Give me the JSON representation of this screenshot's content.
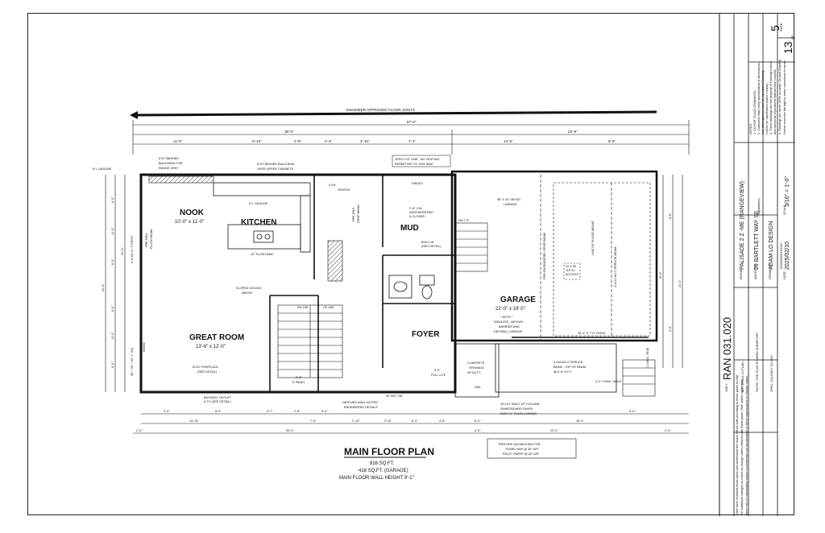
{
  "plan": {
    "top_note": "ENGINEER APPROVED FLOOR JOISTS",
    "overall_top": "57'-0\"",
    "dims_top_left": [
      "35'-0\"",
      "22'-9\""
    ],
    "dims_top_segments": [
      "11'-0\"",
      "5'-10\"",
      "2'-8\"",
      "4'-4\"",
      "3'-10\"",
      "7'-4\"",
      "13'-6\"",
      "8'-6\""
    ],
    "dims_left": [
      "6'-0\"",
      "12'-0\"",
      "6'-0\"",
      "6'-0\"",
      "12'-0\"",
      "6'-0\"",
      "24'-0\"",
      "24'-0\""
    ],
    "dims_right": [
      "8'-6\"",
      "19'-0\"",
      "24'-0\"",
      "9'-6\""
    ],
    "dims_bottom_row1": [
      "3'-3\"",
      "8'-0\"",
      "3'-7\"",
      "1'-8\"",
      "5'-4\"",
      "6'-0\"",
      "6'-0\""
    ],
    "dims_bottom_row2": [
      "14'-10\"",
      "7'-0\"",
      "2'-10\"",
      "3'-11\"",
      "8'-4\"",
      "4'-5\"",
      "6'-6\"",
      "16'-0\""
    ],
    "dims_bottom_row3": [
      "2'-0\"",
      "33'-0\"",
      "22'-0\"",
      "2'-0\""
    ],
    "rooms": {
      "nook": {
        "name": "NOOK",
        "size": "10'-0\" x 11'-0\""
      },
      "kitchen": {
        "name": "KITCHEN"
      },
      "mud": {
        "name": "MUD"
      },
      "garage": {
        "name": "GARAGE",
        "size": "22'-0\" x 19'-0\""
      },
      "great_room": {
        "name": "GREAT ROOM",
        "size": "13'-6\" x 12'-0\""
      },
      "foyer": {
        "name": "FOYER"
      }
    },
    "notes": {
      "ri_gasline_left": "R.I. GASLINE",
      "ri_gasline_kitchen": "R.I. GASLINE",
      "bulkhead_range": [
        "8\"D FINISHED",
        "BULKHEAD FOR",
        "RANGE VENT"
      ],
      "bulkhead_cabinets": [
        "8\"D FINISHED BULKHEAD",
        "OVER UPPER CABINETS"
      ],
      "zero_lot": [
        "ZERO LOT LINE - NO VENTING",
        "PERMITTED TO THIS SIDE"
      ],
      "single": "SINGLE",
      "shelves": "4 SH.",
      "vented": "VENTED",
      "flush_bar": "12\" FLUSH BAR",
      "weatherstrip": [
        "2'-8\" C/W",
        "WEATHERSTRIP",
        "& CLOSER"
      ],
      "built_in": [
        "BUILT-IN",
        "(SEE DETAIL)"
      ],
      "wood_landing": [
        "36\" X 42\" WOOD",
        "LANDING"
      ],
      "on_tr": "ON T R",
      "insulate_note": [
        "* NOTE *",
        "INSULATE, VAPOUR",
        "BARRIER AND",
        "DRYWALL GARAGE"
      ],
      "drop_beam": "PRE-ENGINEERED DROP BEAM",
      "line_floor_above": "LINE OF FLOOR ABOVE",
      "spruce_beam": "3-2x12 NO.2 SPRUCE BEAM",
      "attic_access": [
        "22 X 30",
        "ATTIC",
        "ACCESS"
      ],
      "ohgd": "16'-0\" X 7'-0\" OHGD",
      "sloped_ceiling": [
        "SLOPED CEILING",
        "ABOVE"
      ],
      "on_up": [
        "DN 15R",
        "UP 16R"
      ],
      "fireplace": [
        "ELEC FIREPLACE",
        "(SEE DETAIL)"
      ],
      "elec_panel": [
        "2'-8\"",
        "E PANEL"
      ],
      "full_lite": [
        "3'-0\"",
        "FULL LITE"
      ],
      "veranda": [
        "CONCRETE",
        "VERANDA",
        "30 SQ.FT."
      ],
      "rail": "RAIL",
      "spruce_beam_top": [
        "3-2x8 NO.2 SPRUCE",
        "BEAM - TOP OF BEAM",
        "@ 8'-8\" A.F.F."
      ],
      "conc_walk": "4'-0\" CONC. WALK",
      "conc_rise": "1 CONC. RISE",
      "vsl_bottom": "30\"x60\" VSL",
      "hatched_wall": [
        "HATCHED WALL AS PER",
        "ENGINEERED DETAILS"
      ],
      "backing_outlet": [
        "BACKING, OUTLET",
        "& TV (SEE DETAIL)"
      ],
      "column": [
        "10\"x10\" BUILT-UP COLUMN",
        "SMARTBOARD FINISH",
        "INSET 2\" FROM CORNER"
      ],
      "patio": "8'-0\"x6'-11\" F PATIO",
      "left_window": "30\" / 30\" / 30\" 1\" VSL",
      "wood": "WOOD",
      "flush_beam_nook": [
        "PRE-ENG.",
        "FLUSH BEAM"
      ],
      "drop_beam_mid": [
        "PRE-ENG.",
        "DROP BEAM"
      ]
    },
    "backing_box": [
      "PROVIDE 2x6 BACKING FOR:",
      "TOWEL BAR @ 48\" AFF",
      "TOILET PAPER @ 26\" AFF"
    ],
    "title": "MAIN FLOOR PLAN",
    "area_main": "816 SQ.FT.",
    "area_garage": "418 SQ.FT. (GARAGE)",
    "wall_height": "MAIN FLOOR WALL HEIGHT 9'-1\""
  },
  "title_block": {
    "page_label": "PAGE",
    "page": "5",
    "of_label": "OF",
    "total": "13",
    "notes_title": "NOTES:",
    "notes": [
      "1. DO NOT SCALE DRAWINGS.",
      "2. Contractor shall verify specifications & dimensions.",
      "   Any discrepancies shall be reported to Drawing",
      "   Homes for clarification and/or revision.",
      "3. These drawings are the property of Drawing Homes",
      "   and cannot be reproduced without their consent.",
      "4. Drawings are never 100% accurate. As built Drawing",
      "   Homes reserves the right to make corrections to errors"
    ],
    "signature_label": "Signature(s)",
    "model_label": "MODEL",
    "model": "PALISADE 2 Z -ME (RANGEVIEW)",
    "address_label": "ADDRESS",
    "address": "29 BARTLETT WAY SE",
    "drawn_label": "DRAWN BY",
    "drawn": "ADAM LO DESIGN",
    "date_label": "DATE",
    "date": "2025/02/10",
    "date_format": "YEAR/MONTH/DAY",
    "scale_label": "SCALE",
    "scale": "3/16\" = 1'-0\"",
    "job_label": "JOB #",
    "job": "RAN 031.020",
    "lot": "LOT 20  BLK 31  PLAN -",
    "site_note": "*NOTE: SITE PLAN BY AREA SURVEYOR*",
    "spec": "SPEC: CALGARY S3 2025"
  },
  "disclaimer": [
    "I/We have reviewed these plans and understand the house will be built according to these plans except",
    "for additional changes as noted on change orders returned with these plans. I/We further agree that",
    "there are no outstanding verbal commitments not documented on these signed plans or change orders."
  ]
}
